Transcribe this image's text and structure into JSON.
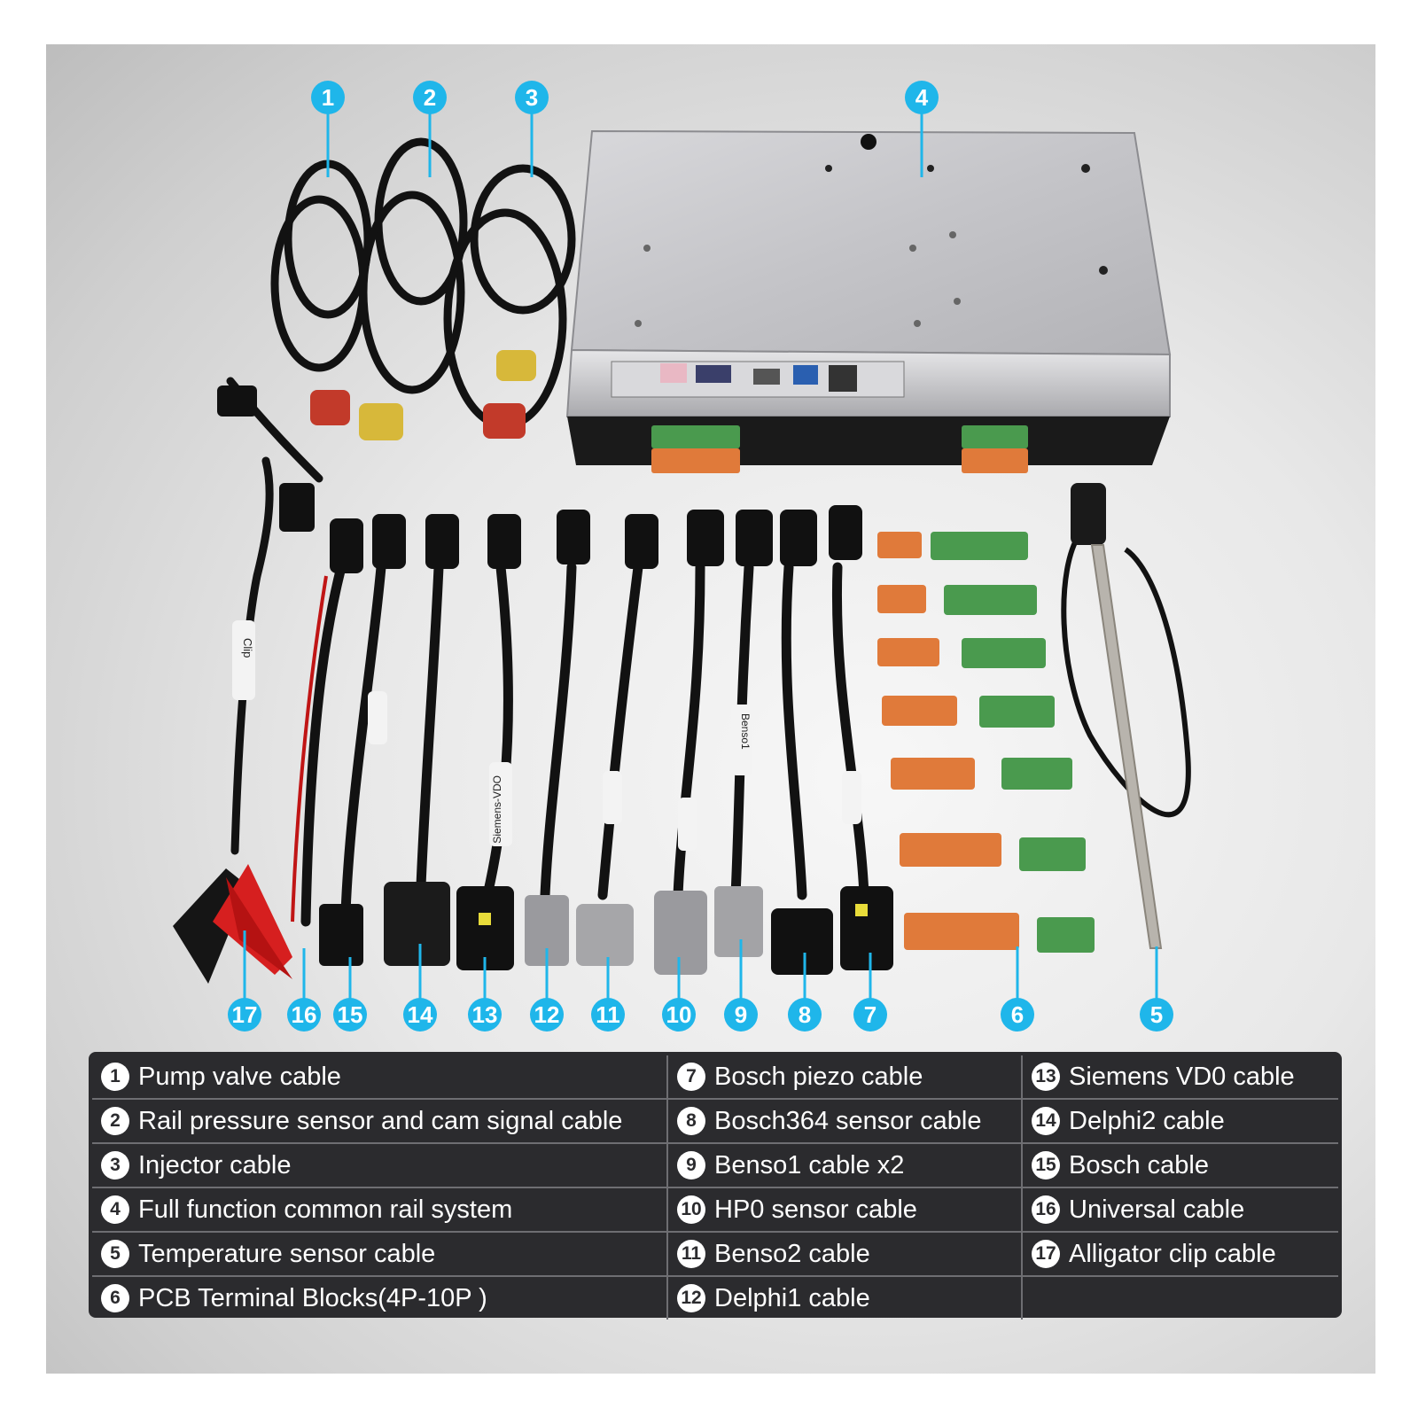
{
  "colors": {
    "callout": "#1fb6ea",
    "legend_bg": "#2b2b2e",
    "legend_text": "#ffffff",
    "box_metal": "#c9c9cc",
    "connector_orange": "#e07a3a",
    "connector_green": "#4a9a4e",
    "cable": "#121212",
    "clip_red": "#d61f1f"
  },
  "photo": {
    "clip_label": "Clip",
    "cable_label_siemens": "Siemens-VDO",
    "cable_label_benso": "Benso1"
  },
  "callouts": [
    "1",
    "2",
    "3",
    "4",
    "5",
    "6",
    "7",
    "8",
    "9",
    "10",
    "11",
    "12",
    "13",
    "14",
    "15",
    "16",
    "17"
  ],
  "legend": {
    "rows": [
      [
        {
          "num": "1",
          "label": "Pump valve cable"
        },
        {
          "num": "7",
          "label": "Bosch piezo cable"
        },
        {
          "num": "13",
          "label": "Siemens VD0 cable"
        }
      ],
      [
        {
          "num": "2",
          "label": "Rail pressure sensor and cam signal cable"
        },
        {
          "num": "8",
          "label": "Bosch364 sensor cable"
        },
        {
          "num": "14",
          "label": "Delphi2 cable"
        }
      ],
      [
        {
          "num": "3",
          "label": "Injector cable"
        },
        {
          "num": "9",
          "label": "Benso1 cable x2"
        },
        {
          "num": "15",
          "label": "Bosch  cable"
        }
      ],
      [
        {
          "num": "4",
          "label": "Full function common rail system"
        },
        {
          "num": "10",
          "label": "HP0 sensor cable"
        },
        {
          "num": "16",
          "label": "Universal cable"
        }
      ],
      [
        {
          "num": "5",
          "label": "Temperature sensor cable"
        },
        {
          "num": "11",
          "label": "Benso2 cable"
        },
        {
          "num": "17",
          "label": "Alligator clip cable"
        }
      ],
      [
        {
          "num": "6",
          "label": "PCB Terminal Blocks(4P-10P )"
        },
        {
          "num": "12",
          "label": "Delphi1 cable"
        },
        {
          "num": "",
          "label": ""
        }
      ]
    ]
  }
}
